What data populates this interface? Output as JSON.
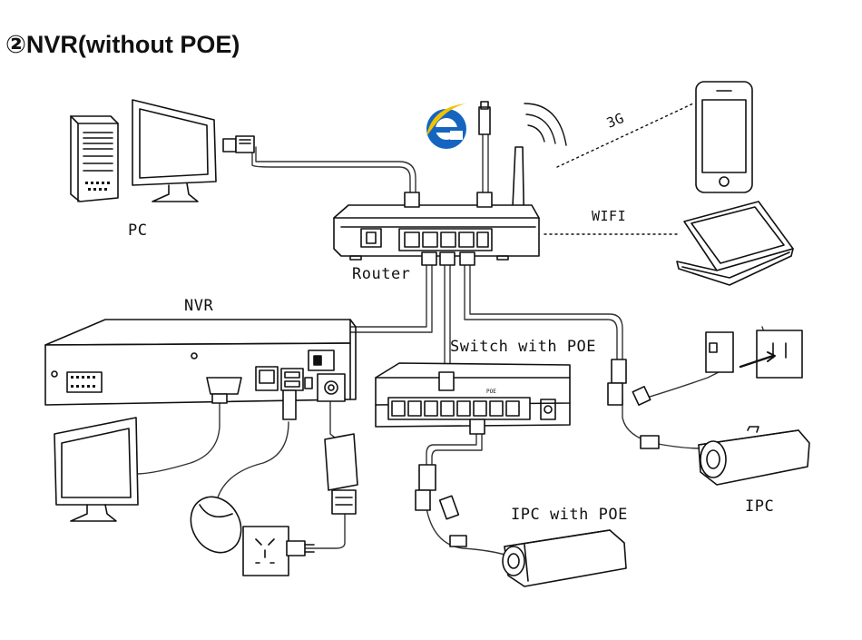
{
  "title": "②NVR(without POE)",
  "labels": {
    "pc": "PC",
    "router": "Router",
    "nvr": "NVR",
    "switch_poe": "Switch with POE",
    "ipc_poe": "IPC with POE",
    "ipc": "IPC",
    "g3": "3G",
    "wifi": "WIFI",
    "poe_tag": "POE"
  },
  "colors": {
    "line": "#111111",
    "cable": "#333333",
    "ie_blue": "#1565c0",
    "ie_ring": "#f2c200"
  }
}
